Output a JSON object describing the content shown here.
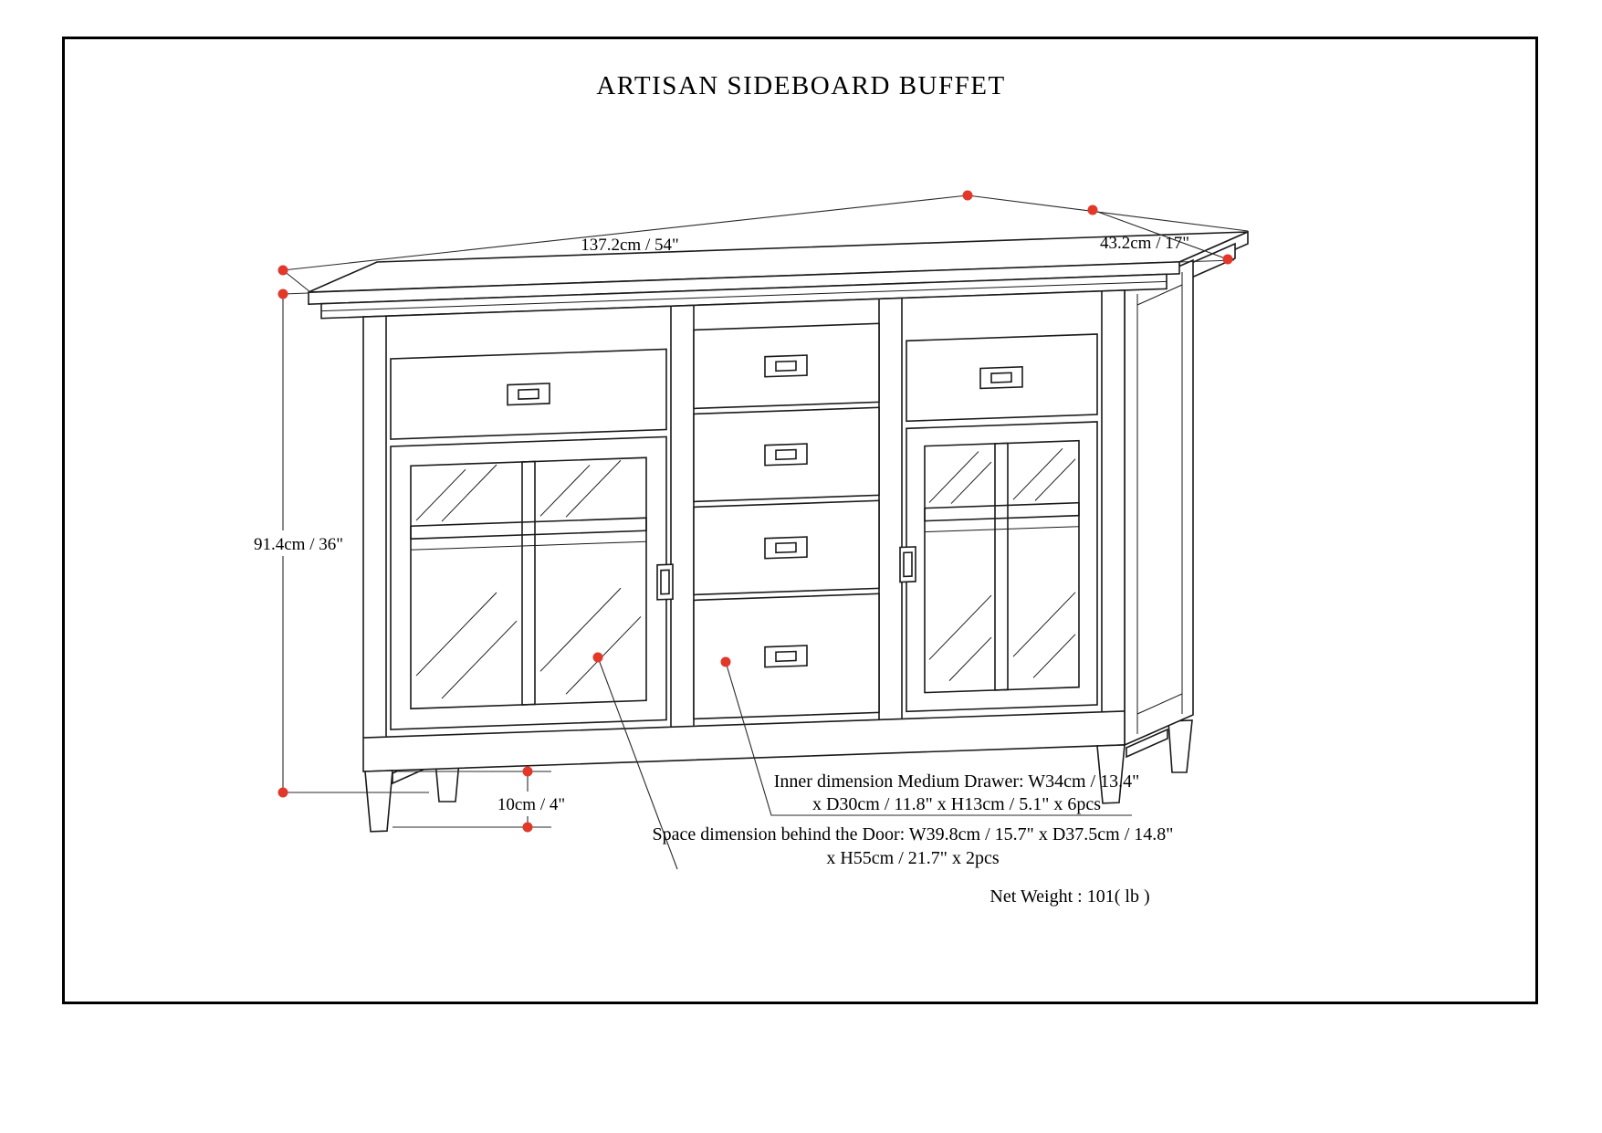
{
  "page": {
    "title": "ARTISAN SIDEBOARD BUFFET"
  },
  "dimensions": {
    "width": "137.2cm / 54\"",
    "depth": "43.2cm / 17\"",
    "height": "91.4cm / 36\"",
    "leg_height": "10cm / 4\""
  },
  "annotations": {
    "drawer_line1": "Inner dimension Medium Drawer: W34cm / 13.4\"",
    "drawer_line2": "x D30cm / 11.8\" x H13cm / 5.1\" x 6pcs",
    "door_line1": "Space dimension behind the Door:  W39.8cm / 15.7\" x D37.5cm / 14.8\"",
    "door_line2": "x H55cm / 21.7\" x 2pcs",
    "net_weight": "Net Weight : 101( lb )"
  },
  "colors": {
    "line": "#1a1a1a",
    "marker": "#e2382a",
    "background": "#ffffff"
  }
}
